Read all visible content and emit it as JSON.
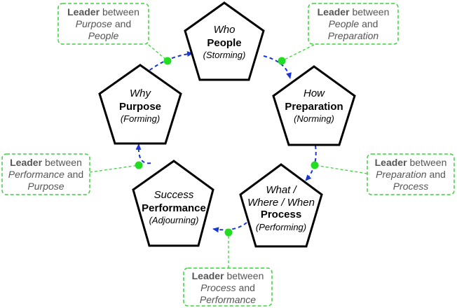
{
  "colors": {
    "pentagon_stroke": "#000000",
    "arrow": "#1a36d6",
    "leader_accent": "#3fd23f",
    "leader_dot": "#22dd22",
    "callout_text": "#555555"
  },
  "stages": [
    {
      "question": "Who",
      "name": "People",
      "phase": "(Storming)"
    },
    {
      "question": "How",
      "name": "Preparation",
      "phase": "(Norming)"
    },
    {
      "question_line1": "What /",
      "question_line2": "Where / When",
      "name": "Process",
      "phase": "(Performing)"
    },
    {
      "question": "Success",
      "name": "Performance",
      "phase": "(Adjourning)"
    },
    {
      "question": "Why",
      "name": "Purpose",
      "phase": "(Forming)"
    }
  ],
  "leaders": [
    {
      "bold": "Leader",
      "between": "between",
      "a": "Purpose",
      "and": "and",
      "b": "People"
    },
    {
      "bold": "Leader",
      "between": "between",
      "a": "People",
      "and": "and",
      "b": "Preparation"
    },
    {
      "bold": "Leader",
      "between": "between",
      "a": "Preparation",
      "and": "and",
      "b": "Process"
    },
    {
      "bold": "Leader",
      "between": "between",
      "a": "Process",
      "and": "and",
      "b": "Performance"
    },
    {
      "bold": "Leader",
      "between": "between",
      "a": "Performance",
      "and": "and",
      "b": "Purpose"
    }
  ]
}
